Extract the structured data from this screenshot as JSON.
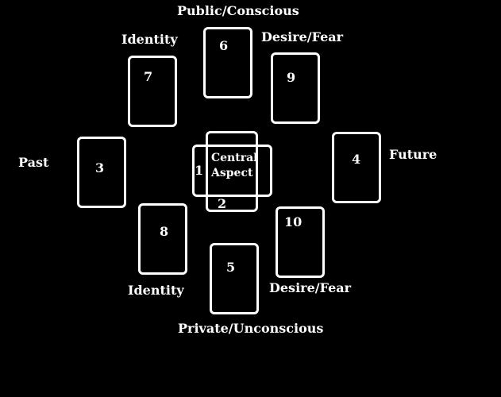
{
  "colors": {
    "background": "#000000",
    "card_border": "#ffffff",
    "text": "#ffffff"
  },
  "labels": {
    "top": "Public/Conscious",
    "bottom": "Private/Unconscious",
    "left": "Past",
    "right": "Future",
    "identity_top": "Identity",
    "identity_bottom": "Identity",
    "desire_fear_top": "Desire/Fear",
    "desire_fear_bottom": "Desire/Fear"
  },
  "central": {
    "line1": "Central",
    "line2": "Aspect"
  },
  "cards": {
    "c1": "1",
    "c2": "2",
    "c3": "3",
    "c4": "4",
    "c5": "5",
    "c6": "6",
    "c7": "7",
    "c8": "8",
    "c9": "9",
    "c10": "10"
  }
}
